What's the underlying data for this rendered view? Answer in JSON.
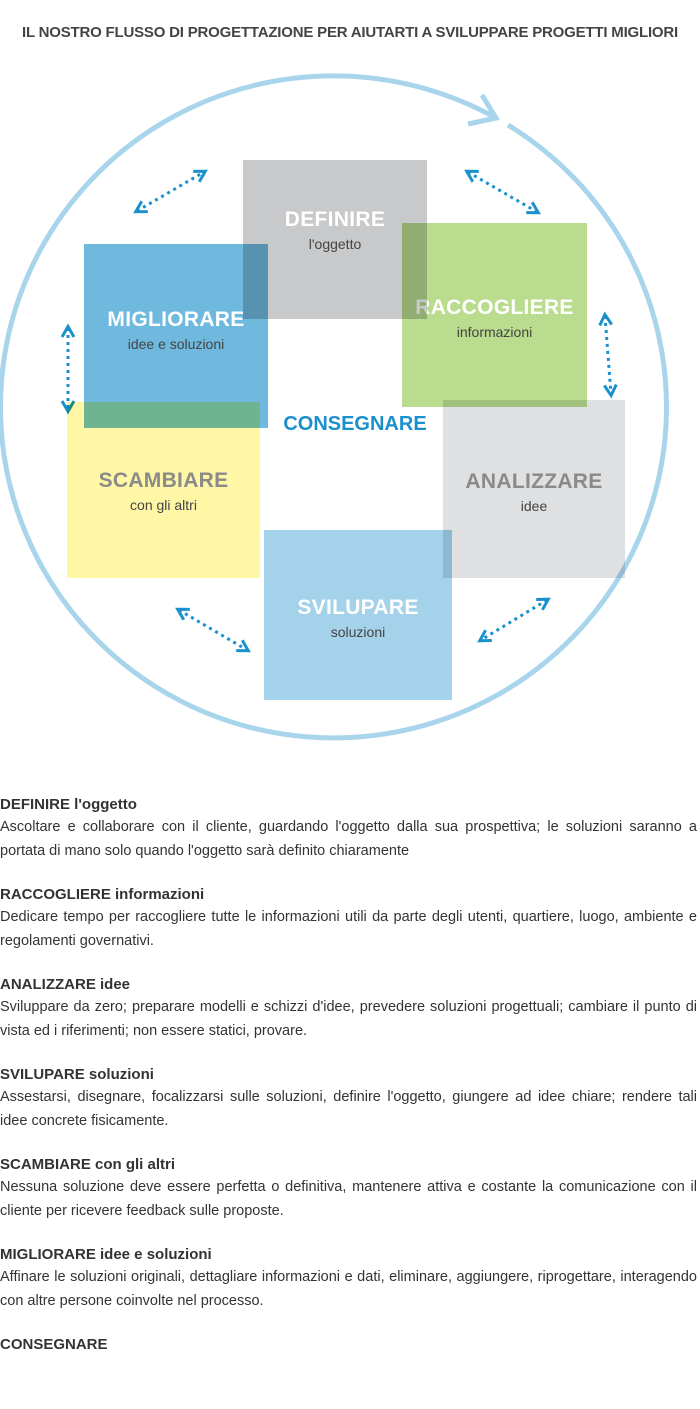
{
  "title": "IL NOSTRO FLUSSO DI PROGETTAZIONE PER AIUTARTI A SVILUPPARE PROGETTI MIGLIORI",
  "center_label": "CONSEGNARE",
  "stages": [
    {
      "name": "DEFINIRE",
      "sub": "l'oggetto",
      "color": "#c8c9cb"
    },
    {
      "name": "RACCOGLIERE",
      "sub": "informazioni",
      "color": "#b9dc8e"
    },
    {
      "name": "MIGLIORARE",
      "sub": "idee e soluzioni",
      "color": "#6fb9df"
    },
    {
      "name": "SCAMBIARE",
      "sub": "con gli altri",
      "color": "#fff7a6"
    },
    {
      "name": "ANALIZZARE",
      "sub": "idee",
      "color": "#dfe0e2"
    },
    {
      "name": "SVILUPARE",
      "sub": "soluzioni",
      "color": "#a3d2ea"
    }
  ],
  "descriptions": [
    {
      "heading": "DEFINIRE l'oggetto",
      "body": "Ascoltare e collaborare con il cliente, guardando l'oggetto dalla sua prospettiva; le soluzioni saranno a portata di mano solo quando l'oggetto sarà definito chiaramente"
    },
    {
      "heading": "RACCOGLIERE informazioni",
      "body": "Dedicare tempo per raccogliere tutte le informazioni utili da parte degli utenti, quartiere, luogo, ambiente e regolamenti governativi."
    },
    {
      "heading": "ANALIZZARE idee",
      "body": "Sviluppare da zero; preparare modelli e schizzi d'idee, prevedere soluzioni progettuali; cambiare il punto di vista ed i riferimenti; non essere statici, provare."
    },
    {
      "heading": "SVILUPARE soluzioni",
      "body": "Assestarsi, disegnare, focalizzarsi sulle soluzioni, definire l'oggetto, giungere ad idee chiare; rendere tali idee concrete fisicamente."
    },
    {
      "heading": "SCAMBIARE con gli altri",
      "body": "Nessuna soluzione deve essere perfetta o definitiva, mantenere attiva e costante la comunicazione con il cliente per ricevere feedback sulle proposte."
    },
    {
      "heading": "MIGLIORARE idee e soluzioni",
      "body": "Affinare le soluzioni originali, dettagliare informazioni e dati, eliminare, aggiungere, riprogettare, interagendo con altre persone coinvolte nel processo."
    },
    {
      "heading": "CONSEGNARE",
      "body": ""
    }
  ]
}
